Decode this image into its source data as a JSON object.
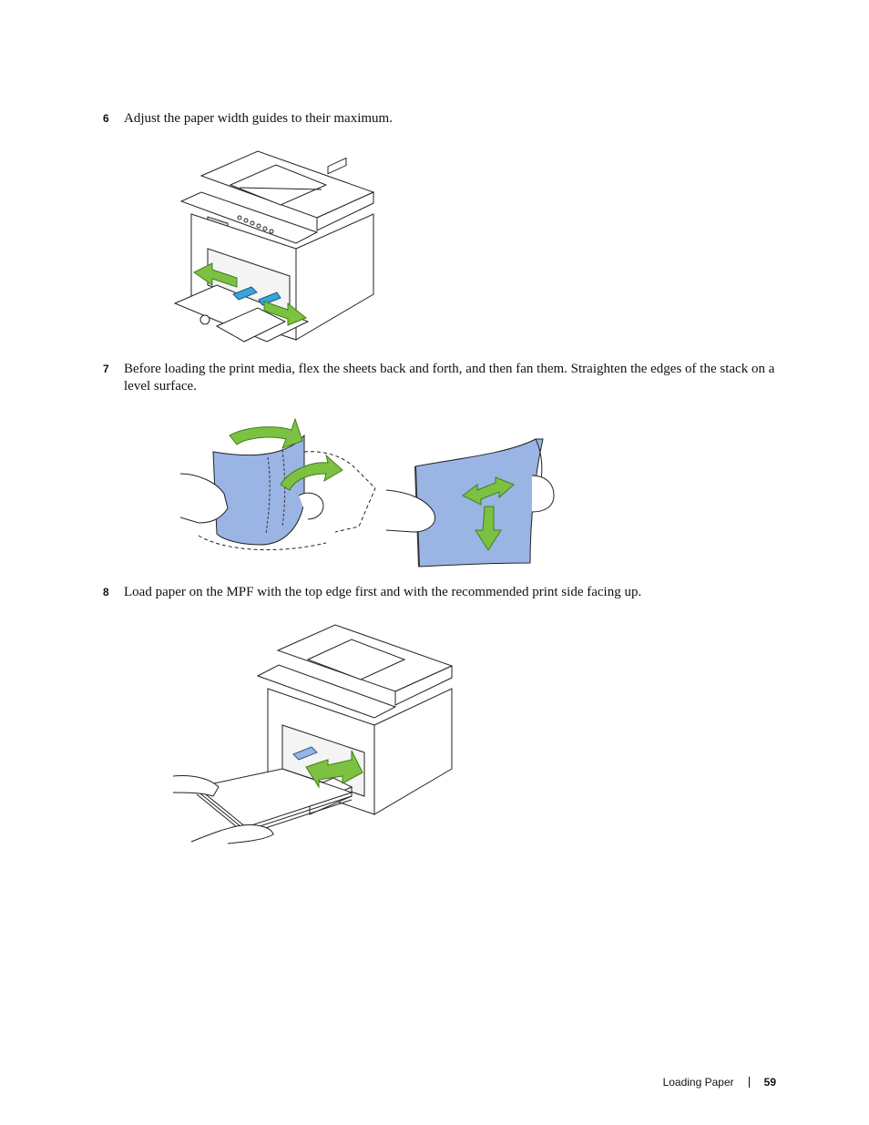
{
  "steps": [
    {
      "number": "6",
      "text": "Adjust the paper width guides to their maximum."
    },
    {
      "number": "7",
      "text": "Before loading the print media, flex the sheets back and forth, and then fan them. Straighten the edges of the stack on a level surface."
    },
    {
      "number": "8",
      "text": "Load paper on the MPF with the top edge first and with the recommended print side facing up."
    }
  ],
  "footer": {
    "section": "Loading Paper",
    "page": "59"
  },
  "colors": {
    "arrow_green": "#7dc142",
    "guide_blue": "#3aa3d9",
    "paper_blue": "#9ab4e4",
    "line": "#222222"
  }
}
